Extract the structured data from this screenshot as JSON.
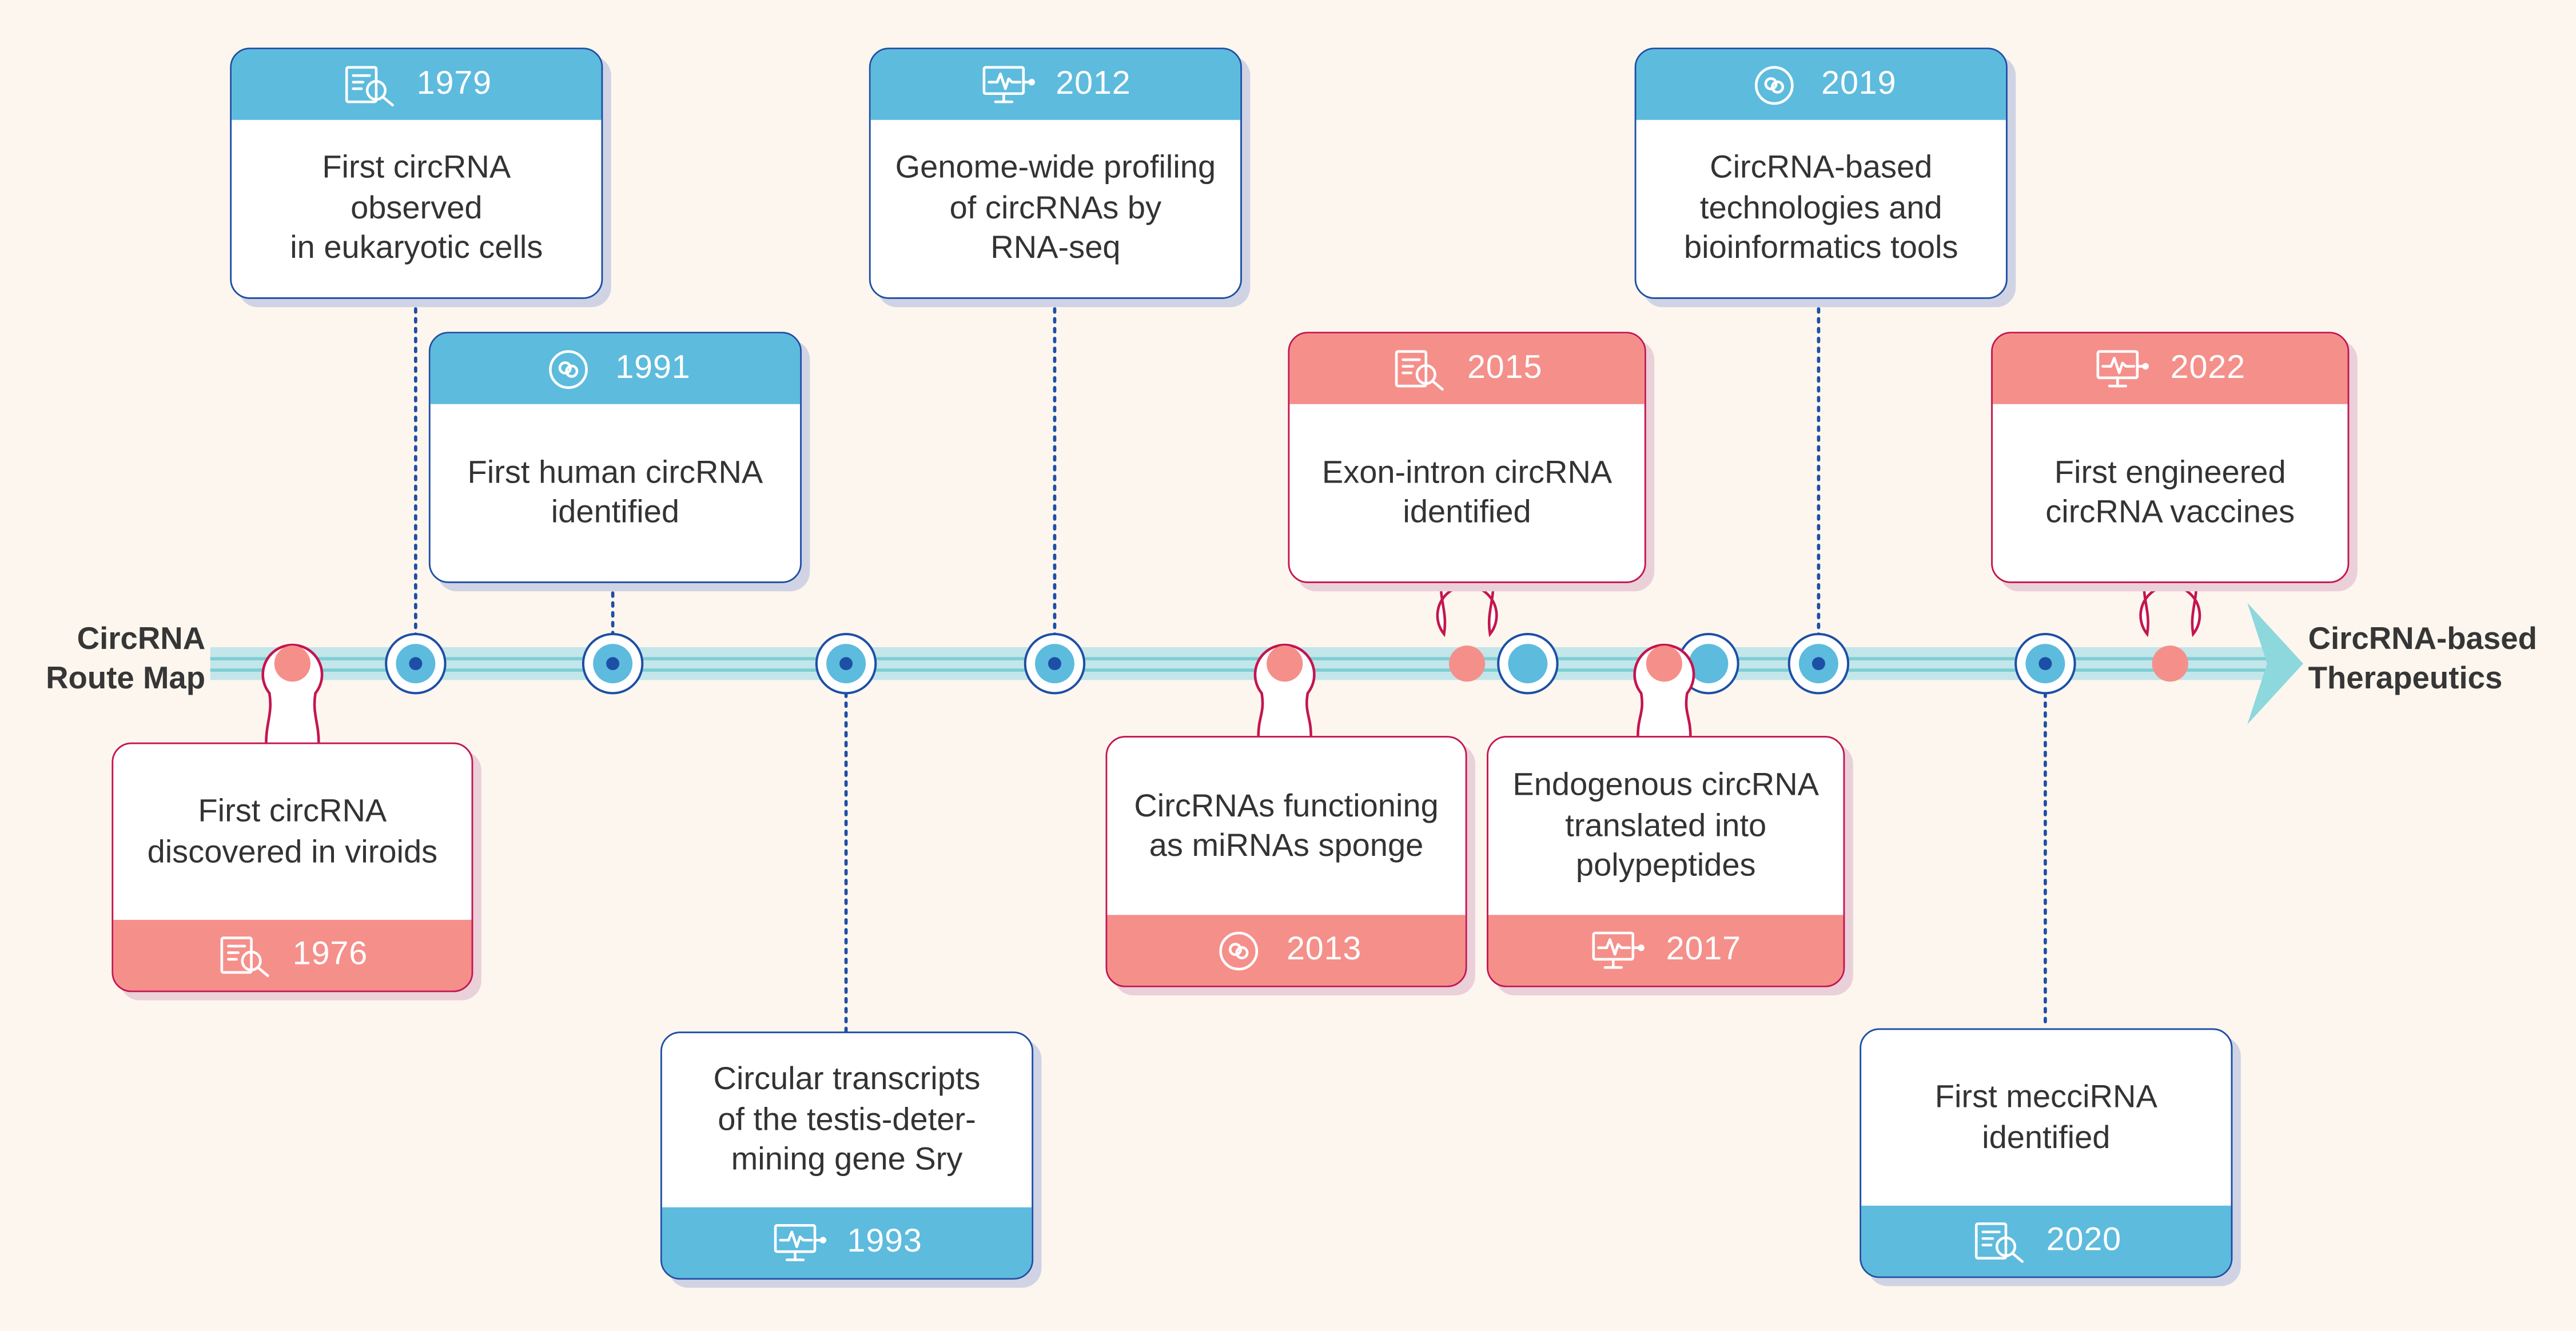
{
  "start_label": [
    "CircRNA",
    "Route Map"
  ],
  "end_label": [
    "CircRNA-based",
    "Therapeutics"
  ],
  "colors": {
    "background": "#fdf6ee",
    "track": "#c3e6ea",
    "track_line": "#7fcfd4",
    "blue_band": "#5dbbdd",
    "blue_border": "#1d4fa6",
    "pink_band": "#f58f8a",
    "pink_border": "#c4154f"
  },
  "events": [
    {
      "year": "1976",
      "lines": [
        "First circRNA",
        "discovered in viroids"
      ],
      "color": "pink",
      "icon": "document-search-icon"
    },
    {
      "year": "1979",
      "lines": [
        "First circRNA observed",
        "in eukaryotic cells"
      ],
      "color": "blue",
      "icon": "document-search-icon"
    },
    {
      "year": "1991",
      "lines": [
        "First human circRNA",
        "identified"
      ],
      "color": "blue",
      "icon": "circle-loop-icon"
    },
    {
      "year": "1993",
      "lines": [
        "Circular transcripts",
        "of the testis-deter-",
        "mining gene Sry"
      ],
      "color": "blue",
      "icon": "monitor-pulse-icon"
    },
    {
      "year": "2012",
      "lines": [
        "Genome-wide profiling",
        "of circRNAs by",
        "RNA-seq"
      ],
      "color": "blue",
      "icon": "monitor-pulse-icon"
    },
    {
      "year": "2013",
      "lines": [
        "CircRNAs functioning",
        "as miRNAs sponge"
      ],
      "color": "pink",
      "icon": "circle-loop-icon"
    },
    {
      "year": "2015",
      "lines": [
        "Exon-intron circRNA",
        "identified"
      ],
      "color": "pink",
      "icon": "document-search-icon"
    },
    {
      "year": "2017",
      "lines": [
        "Endogenous circRNA",
        "translated into",
        "polypeptides"
      ],
      "color": "pink",
      "icon": "monitor-pulse-icon"
    },
    {
      "year": "2019",
      "lines": [
        "CircRNA-based",
        "technologies and",
        "bioinformatics tools"
      ],
      "color": "blue",
      "icon": "circle-loop-icon"
    },
    {
      "year": "2020",
      "lines": [
        "First mecciRNA",
        "identified"
      ],
      "color": "blue",
      "icon": "document-search-icon"
    },
    {
      "year": "2022",
      "lines": [
        "First engineered",
        "circRNA vaccines"
      ],
      "color": "pink",
      "icon": "monitor-pulse-icon"
    }
  ]
}
